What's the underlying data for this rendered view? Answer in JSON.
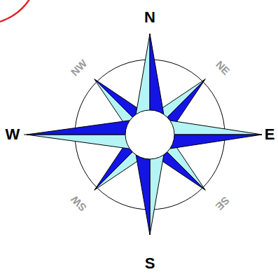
{
  "diagram": {
    "labels": [
      "N",
      "NW",
      "NE",
      "W",
      "E",
      "SW",
      "SE",
      "S"
    ]
  }
}
